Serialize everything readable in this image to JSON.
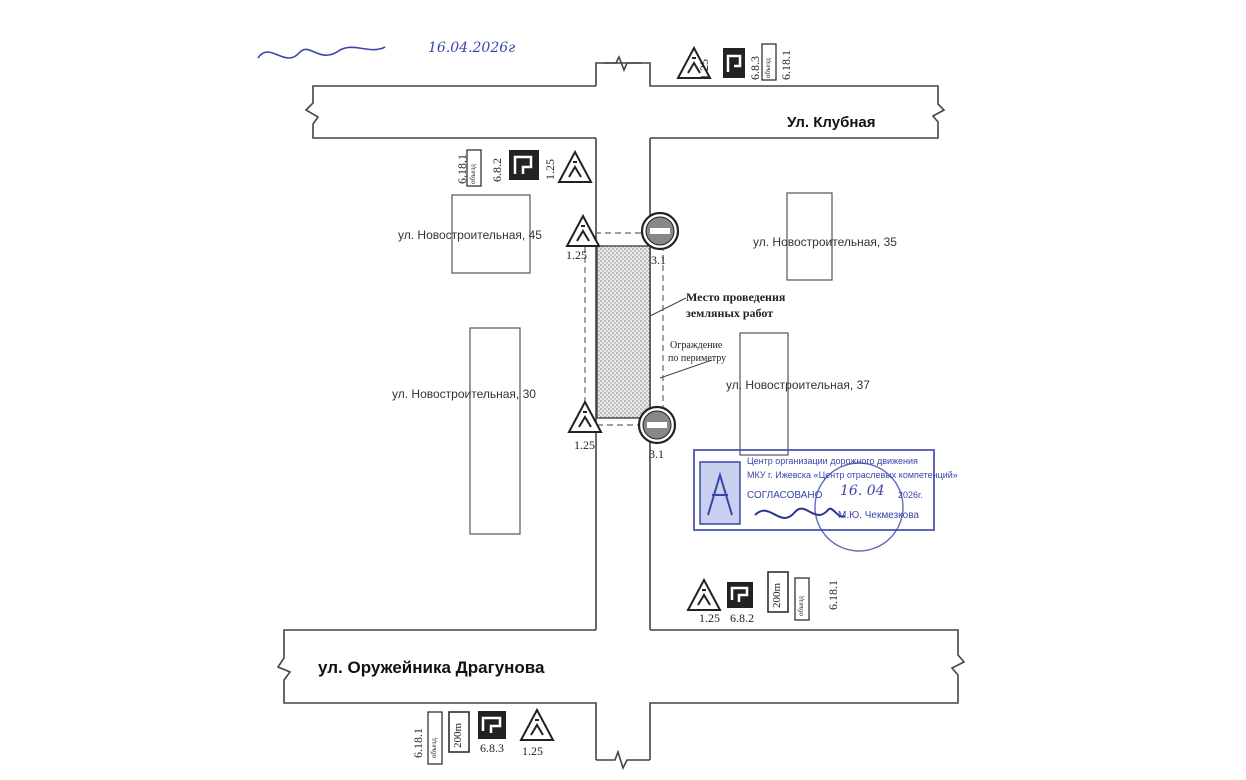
{
  "streets": {
    "klubnaya": "Ул. Клубная",
    "draguniv": "ул. Оружейника Драгунова"
  },
  "buildings": {
    "b45": "ул. Новостроительная, 45",
    "b35": "ул. Новостроительная, 35",
    "b30": "ул. Новостроительная, 30",
    "b37": "ул. Новостроительная, 37"
  },
  "work_area": {
    "title_line1": "Место проведения",
    "title_line2": "земляных работ",
    "fence_line1": "Ограждение",
    "fence_line2": "по периметру"
  },
  "sign_codes": {
    "roadworks": "1.25",
    "no_entry": "3.1",
    "detour_top": "6.8.3",
    "detour_left": "6.8.2",
    "detour_bottom_right": "6.8.2",
    "detour_bottom": "6.8.3",
    "detour_arrow": "6.18.1",
    "distance": "200m",
    "detour_word": "объезд"
  },
  "stamp": {
    "line1": "Центр организации дорожного движения",
    "line2": "МКУ г. Ижевска «Центр отраслевых компетенций»",
    "agreed": "СОГЛАСОВАНО",
    "date_written": "16. 04",
    "year_suffix": "2026г.",
    "name": "М.Ю. Чекмезкова"
  },
  "handwriting": {
    "top_left_date": "16.04.2026г"
  },
  "colors": {
    "ink": "#333333",
    "stamp_blue": "#3a45a8",
    "sign_red": "#222222"
  }
}
